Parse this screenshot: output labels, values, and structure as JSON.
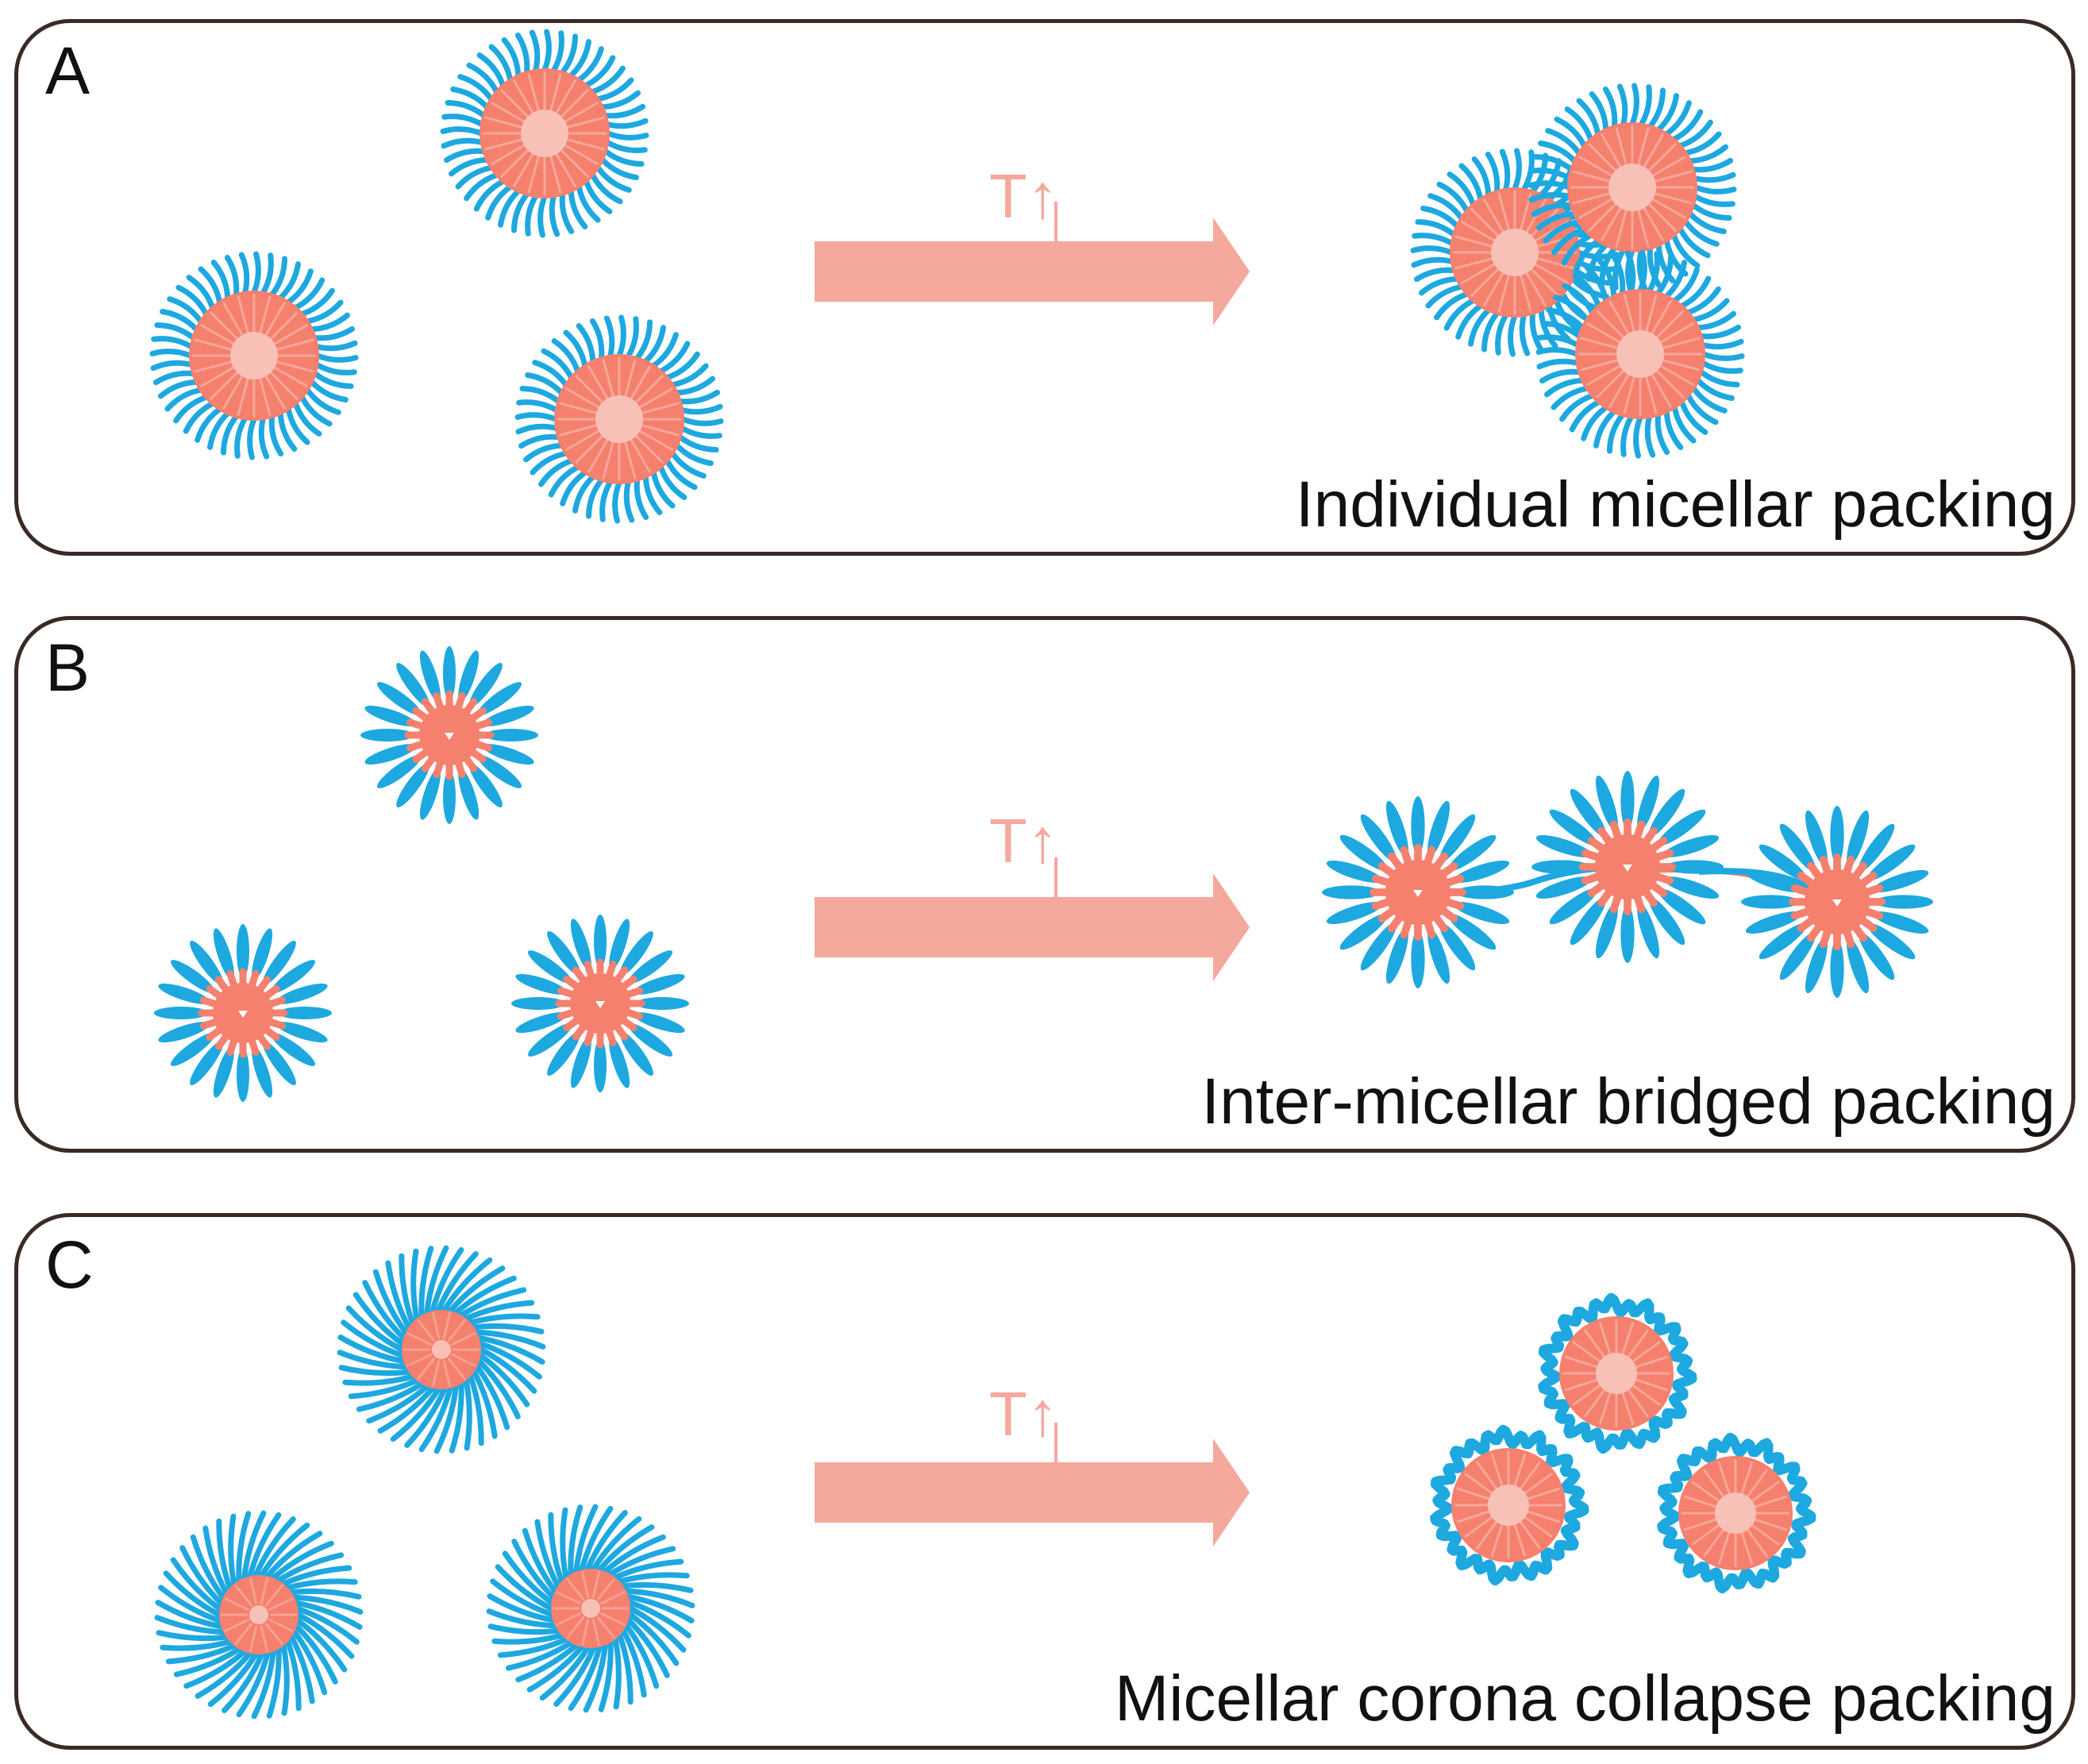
{
  "panels": [
    {
      "letter": "A",
      "temperature_label": "T↑",
      "caption": "Individual micellar packing"
    },
    {
      "letter": "B",
      "temperature_label": "T↑",
      "caption": "Inter-micellar bridged packing"
    },
    {
      "letter": "C",
      "temperature_label": "T↑",
      "caption": "Micellar corona collapse packing"
    }
  ],
  "colors": {
    "corona": "#1ea8e0",
    "core": "#f5806e",
    "core_center": "#f8c1b8",
    "arrow": "#f5a89c",
    "temperature_label": "#f5a89c",
    "border": "#3a2a26"
  }
}
